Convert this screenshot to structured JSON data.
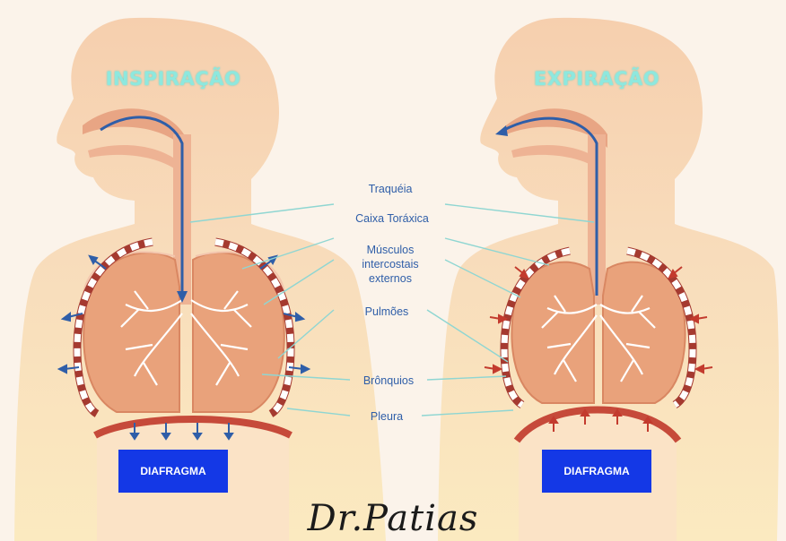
{
  "titles": {
    "left": "INSPIRAÇÃO",
    "right": "EXPIRAÇÃO"
  },
  "labels": {
    "trachea": "Traquéia",
    "ribcage": "Caixa Toráxica",
    "muscles_1": "Músculos",
    "muscles_2": "intercostais",
    "muscles_3": "externos",
    "lungs": "Pulmões",
    "bronchi": "Brônquios",
    "pleura": "Pleura"
  },
  "diaphragm": {
    "left": "DIAFRAGMA",
    "right": "DIAFRAGMA"
  },
  "signature": "Dr.Patias",
  "colors": {
    "body": "#f7d9b9",
    "skin_light": "#fbe8c8",
    "lung": "#e9a27b",
    "lung_dark": "#d98762",
    "diaphragm": "#c64a3a",
    "airflow": "#2f5ea8",
    "leader_line": "#8fd6d2",
    "muscle_arrow": "#c33b2e"
  }
}
